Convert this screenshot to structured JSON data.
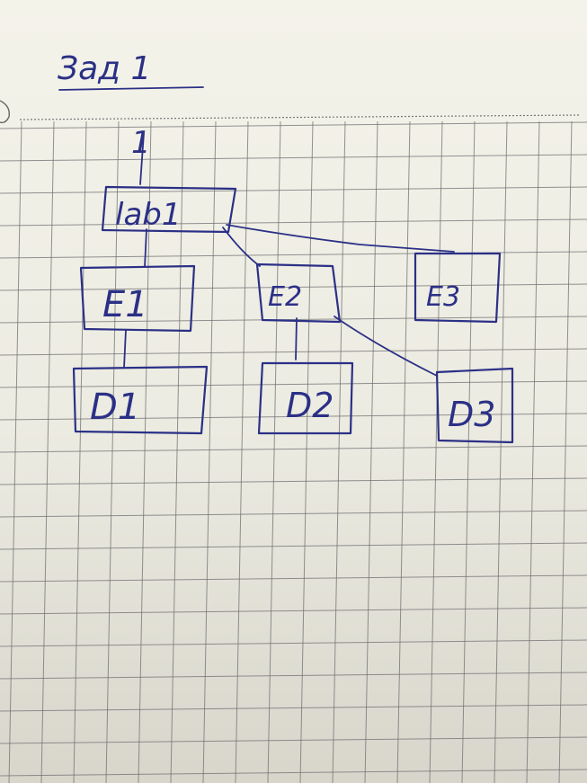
{
  "header": {
    "title": "Зад 1",
    "marker": "1"
  },
  "diagram": {
    "nodes": [
      {
        "id": "lab1",
        "label": "lab1"
      },
      {
        "id": "E1",
        "label": "E1"
      },
      {
        "id": "E2",
        "label": "E2"
      },
      {
        "id": "E3",
        "label": "E3"
      },
      {
        "id": "D1",
        "label": "D1"
      },
      {
        "id": "D2",
        "label": "D2"
      },
      {
        "id": "D3",
        "label": "D3"
      }
    ],
    "edges": [
      {
        "from": "lab1",
        "to": "E1"
      },
      {
        "from": "lab1",
        "to": "E2"
      },
      {
        "from": "lab1",
        "to": "E3"
      },
      {
        "from": "E1",
        "to": "D1"
      },
      {
        "from": "E2",
        "to": "D2"
      },
      {
        "from": "E2",
        "to": "D3"
      }
    ]
  },
  "colors": {
    "ink": "#2b3086",
    "grid": "#6f6f72",
    "paper": "#f1f0e7"
  }
}
